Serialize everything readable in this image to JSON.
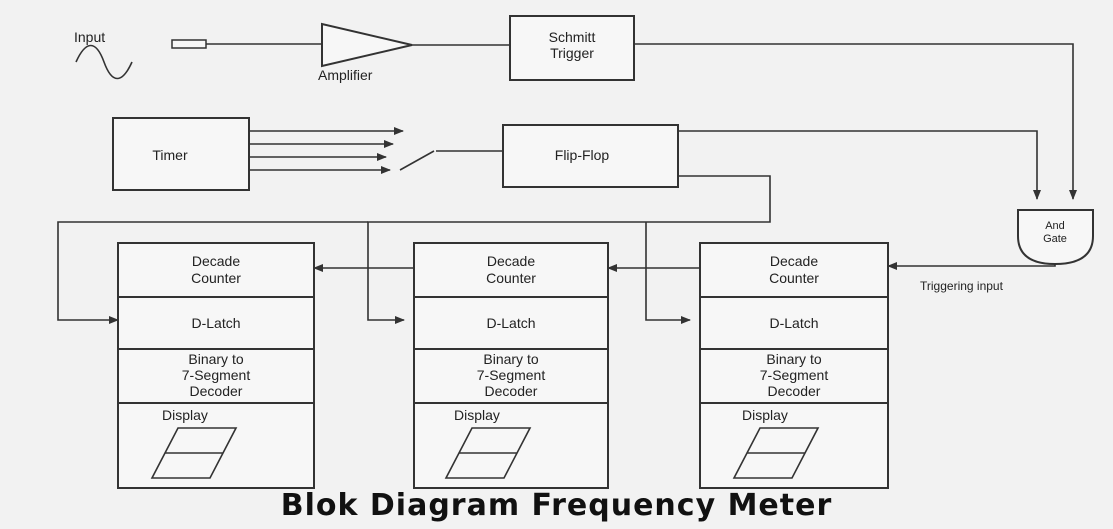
{
  "labels": {
    "input": "Input",
    "amplifier": "Amplifier",
    "schmitt_line1": "Schmitt",
    "schmitt_line2": "Trigger",
    "timer": "Timer",
    "flipflop": "Flip-Flop",
    "and_line1": "And",
    "and_line2": "Gate",
    "triggering_input": "Triggering input"
  },
  "stages": [
    {
      "counter_line1": "Decade",
      "counter_line2": "Counter",
      "latch": "D-Latch",
      "decoder_line1": "Binary to",
      "decoder_line2": "7-Segment",
      "decoder_line3": "Decoder",
      "display": "Display"
    },
    {
      "counter_line1": "Decade",
      "counter_line2": "Counter",
      "latch": "D-Latch",
      "decoder_line1": "Binary to",
      "decoder_line2": "7-Segment",
      "decoder_line3": "Decoder",
      "display": "Display"
    },
    {
      "counter_line1": "Decade",
      "counter_line2": "Counter",
      "latch": "D-Latch",
      "decoder_line1": "Binary to",
      "decoder_line2": "7-Segment",
      "decoder_line3": "Decoder",
      "display": "Display"
    }
  ],
  "caption": "Blok Diagram Frequency Meter"
}
